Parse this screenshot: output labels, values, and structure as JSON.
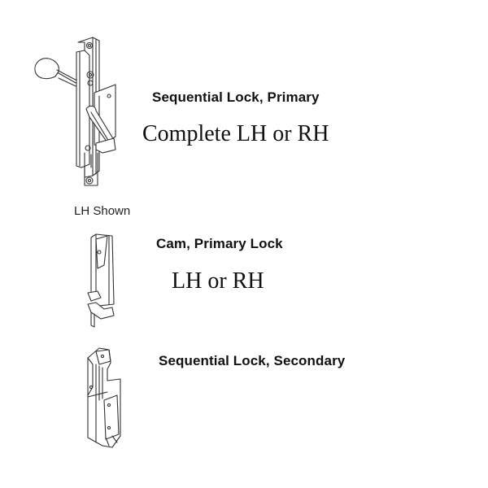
{
  "parts": [
    {
      "name": "Sequential Lock, Primary",
      "variant_note": "Complete LH or RH",
      "drawing_icon": "sequential-lock-primary-drawing"
    },
    {
      "name": "Cam, Primary Lock",
      "variant_note": "LH or RH",
      "drawing_icon": "cam-primary-lock-drawing"
    },
    {
      "name": "Sequential Lock, Secondary",
      "drawing_icon": "sequential-lock-secondary-drawing"
    }
  ],
  "orientation_label": "LH Shown",
  "colors": {
    "background": "#ffffff",
    "text": "#111111",
    "line_art": "#333333"
  }
}
